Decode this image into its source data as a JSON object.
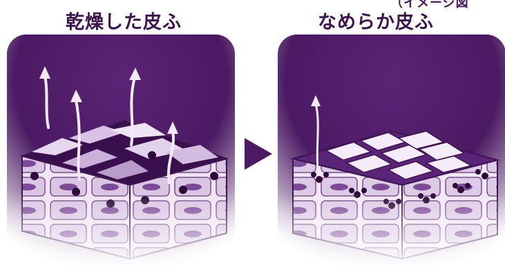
{
  "corner_text": "（イメージ図",
  "panels": [
    {
      "title": "乾燥した皮ふ",
      "state": "dry"
    },
    {
      "title": "なめらか皮ふ",
      "state": "smooth"
    }
  ],
  "colors": {
    "purple": "#4b1a63",
    "dark": "#2d0a3a",
    "light": "#e9dcef",
    "cell": "#b38bc6",
    "nucleus": "#5a2a76"
  },
  "arrow_icon": "right-triangle-arrow"
}
